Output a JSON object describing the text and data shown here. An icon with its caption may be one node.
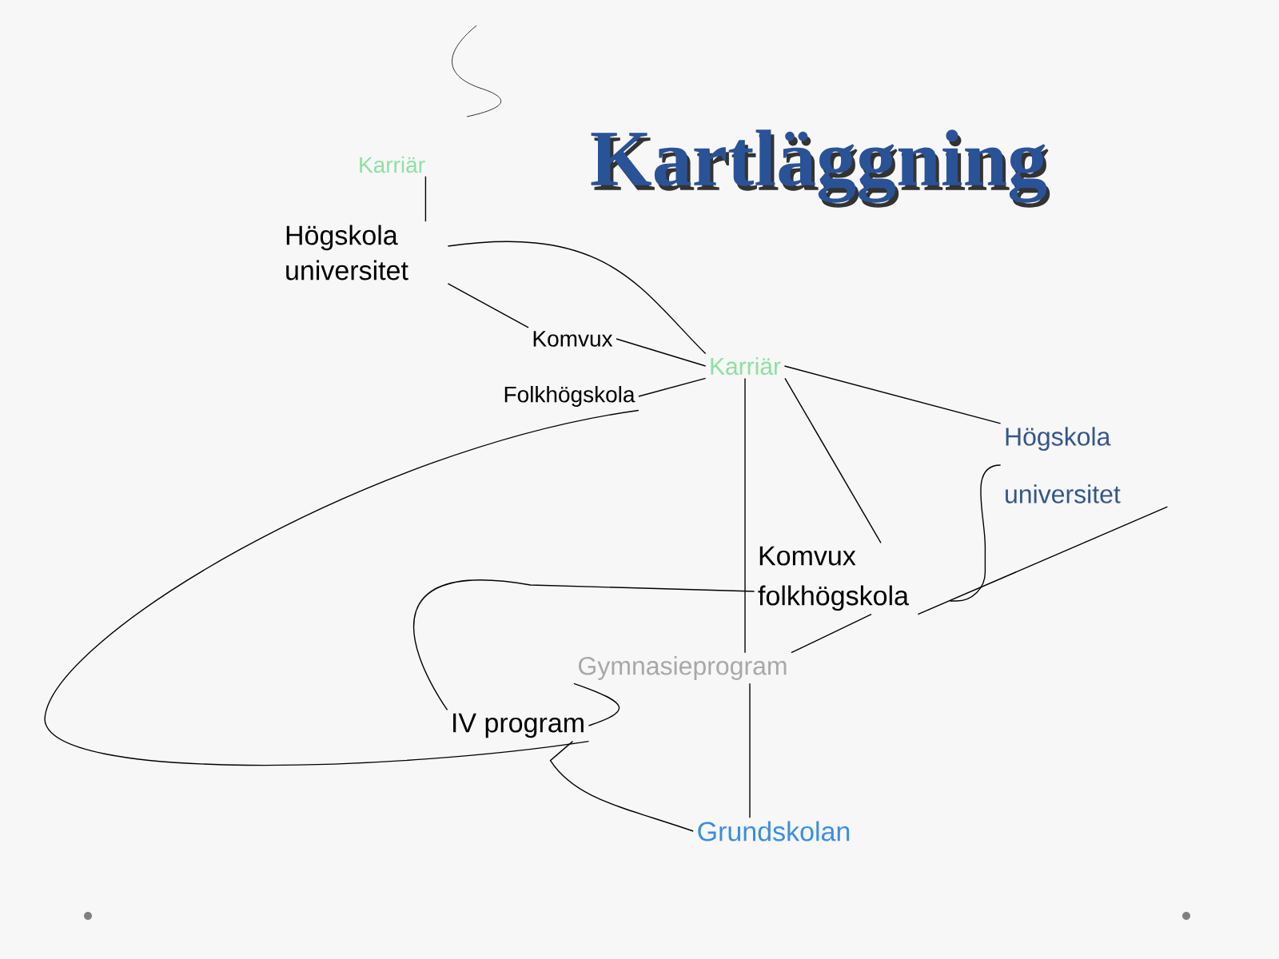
{
  "diagram": {
    "title": "Kartläggning",
    "nodes": [
      {
        "text": [
          "Karriär"
        ]
      },
      {
        "text": [
          "Högskola universitet"
        ]
      },
      {
        "text": [
          "Komvux"
        ]
      },
      {
        "text": [
          "Folkhögskola"
        ]
      },
      {
        "text": [
          "Karriär"
        ]
      },
      {
        "text": [
          "Högskola universitet"
        ]
      },
      {
        "text": [
          "Komvux folkhögskola"
        ]
      },
      {
        "text": [
          "Gymnasieprogram"
        ]
      },
      {
        "text": [
          "IV program"
        ]
      },
      {
        "text": [
          "Grundskolan"
        ]
      }
    ],
    "edges": [
      {
        "from": 0,
        "to": 1,
        "arrow": "none"
      },
      {
        "from": 1,
        "to": 2,
        "arrow": "none"
      },
      {
        "from": 1,
        "to": 4,
        "arrow": "none"
      },
      {
        "from": 2,
        "to": 4,
        "arrow": "none"
      },
      {
        "from": 3,
        "to": 4,
        "arrow": "none"
      },
      {
        "from": 4,
        "to": 5,
        "arrow": "none"
      },
      {
        "from": 4,
        "to": 6,
        "arrow": "none"
      },
      {
        "from": 4,
        "to": 7,
        "arrow": "none"
      },
      {
        "from": 7,
        "to": 9,
        "arrow": "none"
      },
      {
        "from": 5,
        "to": 6,
        "arrow": "none"
      },
      {
        "from": 6,
        "to": 5,
        "arrow": "none"
      },
      {
        "from": 6,
        "to": 7,
        "arrow": "none"
      },
      {
        "from": 6,
        "to": 8,
        "arrow": "none"
      },
      {
        "from": 7,
        "to": 8,
        "arrow": "none"
      },
      {
        "from": 3,
        "to": 8,
        "arrow": "none"
      },
      {
        "from": 8,
        "to": 9,
        "arrow": "none"
      }
    ]
  }
}
